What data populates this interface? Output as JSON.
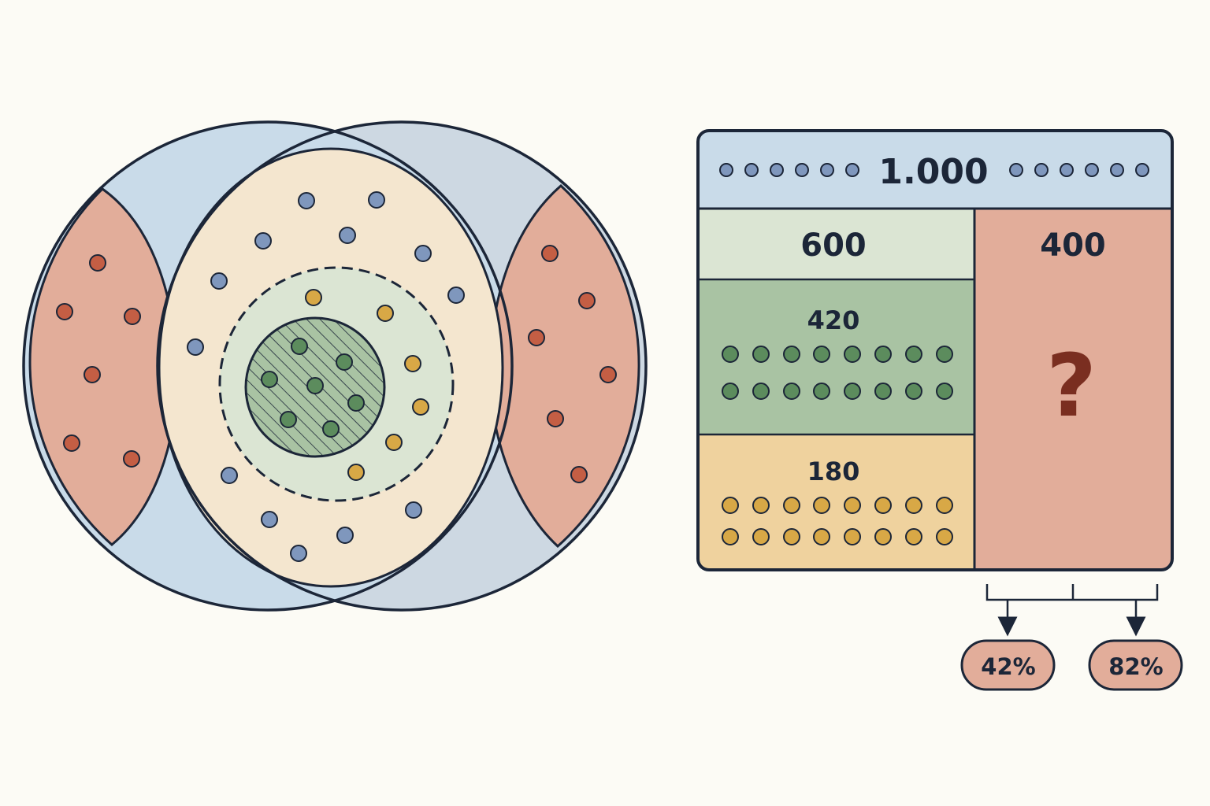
{
  "colors": {
    "background": "#fcfbf5",
    "outline": "#1c2638",
    "blue_zone": "#c9dbe9",
    "blue_zone_right": "#cdd8e2",
    "red_zone": "#e2ad9a",
    "beige_zone": "#f4e6cf",
    "light_green_zone": "#dbe5d3",
    "dark_green_zone": "#a9c3a3",
    "yellow_zone": "#efd29e",
    "dot_blue": "#7f97bd",
    "dot_red": "#c45e44",
    "dot_yellow": "#d8a846",
    "dot_green": "#5c8c5d",
    "question_mark": "#7a2e20"
  },
  "table": {
    "total": "1.000",
    "left_total": "600",
    "right_total": "400",
    "green_value": "420",
    "yellow_value": "180",
    "unknown": "?"
  },
  "outcomes": [
    {
      "label": "42%"
    },
    {
      "label": "82%"
    }
  ]
}
